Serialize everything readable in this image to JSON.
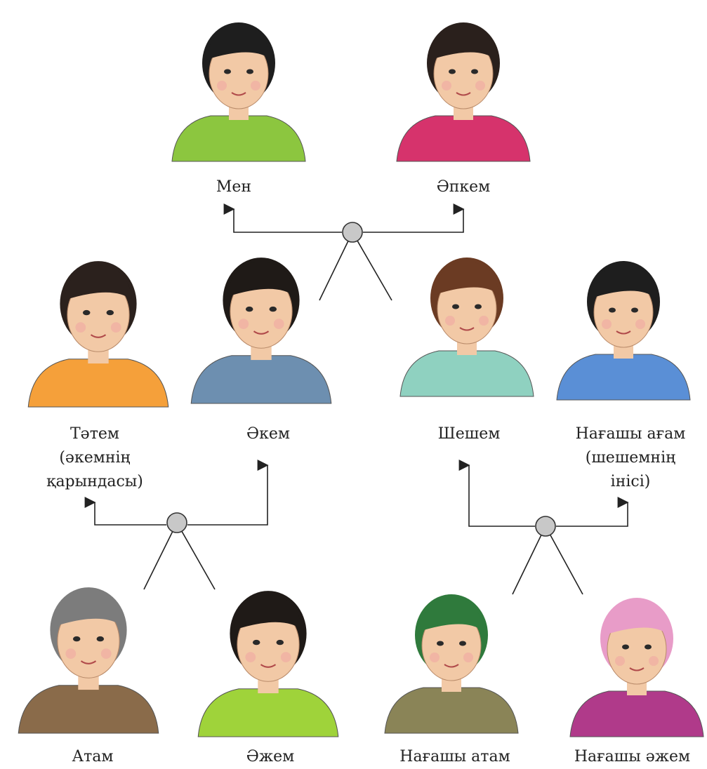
{
  "members": {
    "men": {
      "label": "Мен",
      "shirt": "#8cc63f",
      "hair": "#1e1e1e"
    },
    "apkem": {
      "label": "Әпкем",
      "shirt": "#d6336c",
      "hair": "#2a201c"
    },
    "tatem": {
      "label_lines": [
        "Тәтем",
        "(әкемнің",
        "қарындасы)"
      ],
      "shirt": "#f5a03a",
      "hair": "#2b211d"
    },
    "akem": {
      "label": "Әкем",
      "shirt": "#6d8fb0",
      "hair": "#1f1a17"
    },
    "sheshem": {
      "label": "Шешем",
      "shirt": "#8fd1c0",
      "hair": "#6b3b23"
    },
    "nagashy_agam": {
      "label_lines": [
        "Нағашы ағам",
        "(шешемнің",
        "інісі)"
      ],
      "shirt": "#5a8fd6",
      "hair": "#1e1e1e"
    },
    "atam": {
      "label": "Атам",
      "shirt": "#8a6b4a",
      "hair": "#7c7c7c"
    },
    "azhem": {
      "label": "Әжем",
      "shirt": "#9fd33a",
      "hair": "#1f1a17"
    },
    "nagashy_atam": {
      "label": "Нағашы атам",
      "shirt": "#8a8457",
      "hair": "#2f7a3c"
    },
    "nagashy_azhem": {
      "label": "Нағашы әжем",
      "shirt": "#b03a8a",
      "hair": "#e89cc8"
    }
  },
  "colors": {
    "skin": "#f2c9a6",
    "line": "#222222",
    "node": "#c8c8c8"
  }
}
